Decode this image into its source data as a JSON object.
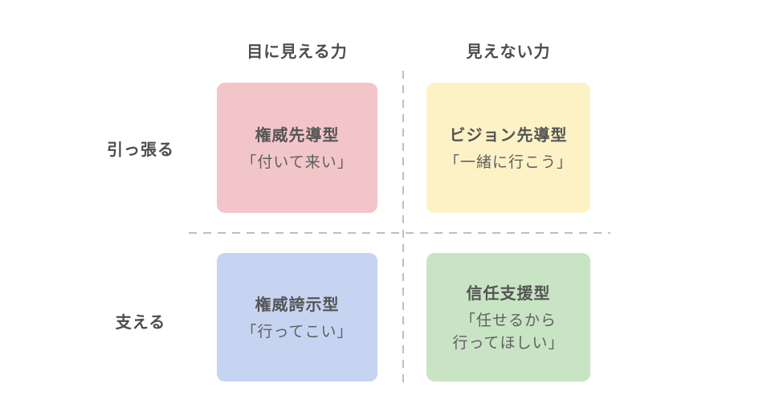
{
  "diagram": {
    "columns": [
      {
        "label": "目に見える力"
      },
      {
        "label": "見えない力"
      }
    ],
    "rows": [
      {
        "label": "引っ張る"
      },
      {
        "label": "支える"
      }
    ],
    "quadrants": [
      {
        "title": "権威先導型",
        "quote": "「付いて来い」",
        "color": "#f2c5c9"
      },
      {
        "title": "ビジョン先導型",
        "quote": "「一緒に行こう」",
        "color": "#fdf2c6"
      },
      {
        "title": "権威誇示型",
        "quote": "「行ってこい」",
        "color": "#c6d4f2"
      },
      {
        "title": "信任支援型",
        "quote": "「任せるから\n行ってほしい」",
        "color": "#c9e4c5"
      }
    ],
    "colors": {
      "background": "#ffffff",
      "text": "#595959",
      "dashed_line": "#bfbfbf"
    }
  }
}
